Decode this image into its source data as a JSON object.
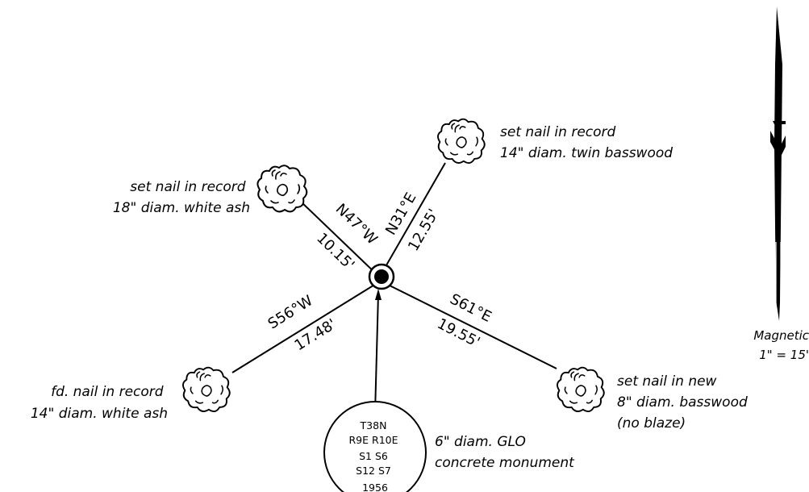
{
  "trees": [
    {
      "id": "nw",
      "line1": "set nail in record",
      "line2": "18\" diam. white ash",
      "bearing": "N47°W",
      "distance": "10.15'"
    },
    {
      "id": "ne",
      "line1": "set nail in record",
      "line2": "14\" diam. twin basswood",
      "bearing": "N31°E",
      "distance": "12.55'"
    },
    {
      "id": "sw",
      "line1": "fd. nail in record",
      "line2": "14\" diam. white ash",
      "bearing": "S56°W",
      "distance": "17.48'"
    },
    {
      "id": "se",
      "line1": "set nail in new",
      "line2": "8\" diam. basswood",
      "line3": "(no blaze)",
      "bearing": "S61°E",
      "distance": "19.55'"
    }
  ],
  "monument": {
    "stamp": [
      "T38N",
      "R9E R10E",
      "S1 S6",
      "S12 S7",
      "1956"
    ],
    "desc_line1": "6\" diam. GLO",
    "desc_line2": "concrete monument"
  },
  "legend": {
    "north": "Magnetic",
    "scale": "1\" = 15'"
  },
  "icons": {
    "tree": "tree-canopy-icon",
    "corner": "corner-point-icon",
    "north": "north-arrow-icon"
  }
}
